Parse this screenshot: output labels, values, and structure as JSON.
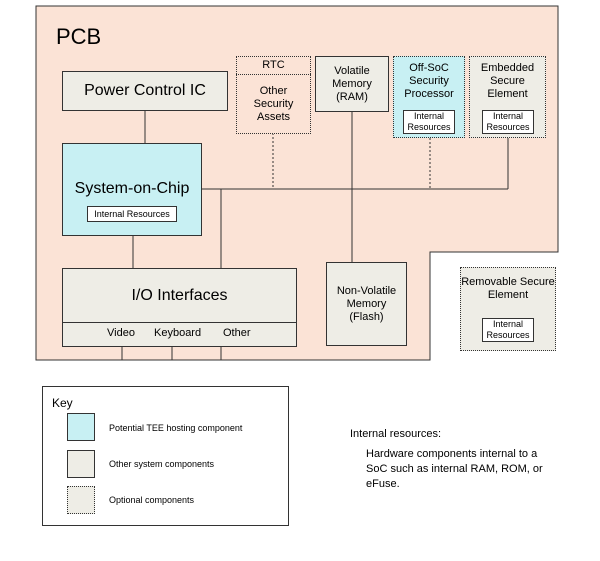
{
  "pcb": {
    "label": "PCB"
  },
  "components": {
    "power_control": "Power Control IC",
    "rtc": "RTC",
    "other_security_assets": "Other Security Assets",
    "volatile_memory": "Volatile Memory (RAM)",
    "off_soc": "Off-SoC Security Processor",
    "embedded_se": "Embedded Secure Element",
    "soc": "System-on-Chip",
    "internal_resources": "Internal Resources",
    "io_interfaces": "I/O Interfaces",
    "non_volatile_memory": "Non-Volatile Memory (Flash)",
    "removable_se": "Removable Secure Element"
  },
  "io_ports": [
    "Video",
    "Keyboard",
    "Other"
  ],
  "key": {
    "title": "Key",
    "items": [
      {
        "label": "Potential TEE hosting component",
        "fill": "#c8f0f3",
        "style": "solid"
      },
      {
        "label": "Other system components",
        "fill": "#eeede6",
        "style": "solid"
      },
      {
        "label": "Optional components",
        "fill": "#eeede6",
        "style": "dotted"
      }
    ]
  },
  "note": {
    "heading": "Internal resources:",
    "body": "Hardware components internal to a SoC such as internal RAM, ROM, or eFuse."
  },
  "colors": {
    "pcb": "#fbe3d6",
    "tee": "#c8f0f3",
    "system": "#eeede6"
  }
}
